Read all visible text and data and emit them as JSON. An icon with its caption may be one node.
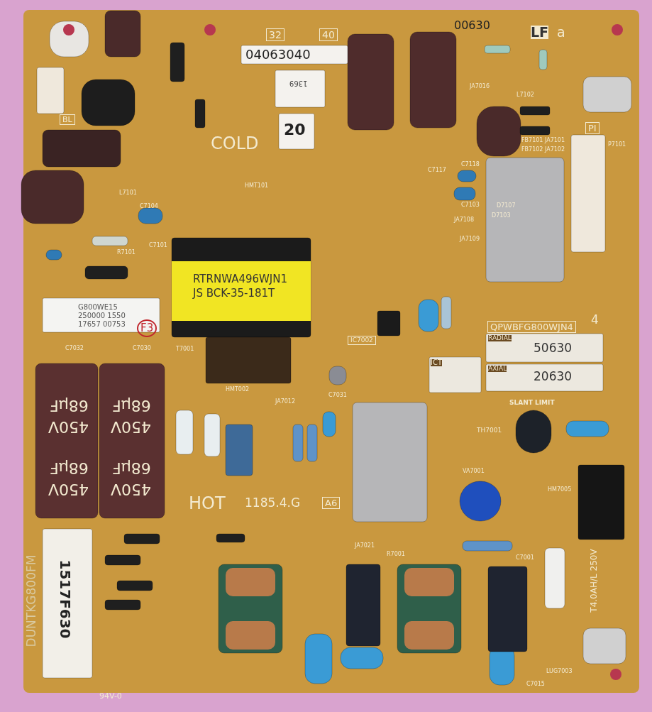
{
  "diagram": {
    "labels": [
      "32",
      "40",
      "04063040",
      "00630",
      "LF",
      "a",
      "1369",
      "20",
      "BL",
      "COLD",
      "PI",
      "RTRNWA496WJN1",
      "JS BCK-35-181T",
      "G800WE15",
      "250000 1550",
      "17657 00753",
      "F3",
      "QPWBFG800WJN4",
      "4",
      "RADIAL",
      "50630",
      "ICT",
      "AXIAL",
      "20630",
      "IC7002",
      "SLANT LIMIT",
      "TH7001",
      "68µF",
      "450V",
      "68µF",
      "450V",
      "68µF",
      "450V",
      "68µF",
      "450V",
      "HOT",
      "1185.4.G",
      "A6",
      "DUNTKG800FM",
      "1517F630",
      "94V-0",
      "T4.0AH/L 250V",
      "C7104",
      "R7101",
      "C7101",
      "L7101",
      "JA7016",
      "L7102",
      "FB7101 JA7101",
      "FB7102 JA7102",
      "P7101",
      "C7117",
      "C7118",
      "C7103",
      "D7107",
      "D7103",
      "JA7108",
      "JA7109",
      "HMT101",
      "HMT002",
      "JA7012",
      "C7032",
      "C7030",
      "VA7001",
      "HM7005",
      "C7001",
      "C7015",
      "LUG7003",
      "C7031",
      "R7001",
      "JA7021",
      "T7001"
    ]
  }
}
